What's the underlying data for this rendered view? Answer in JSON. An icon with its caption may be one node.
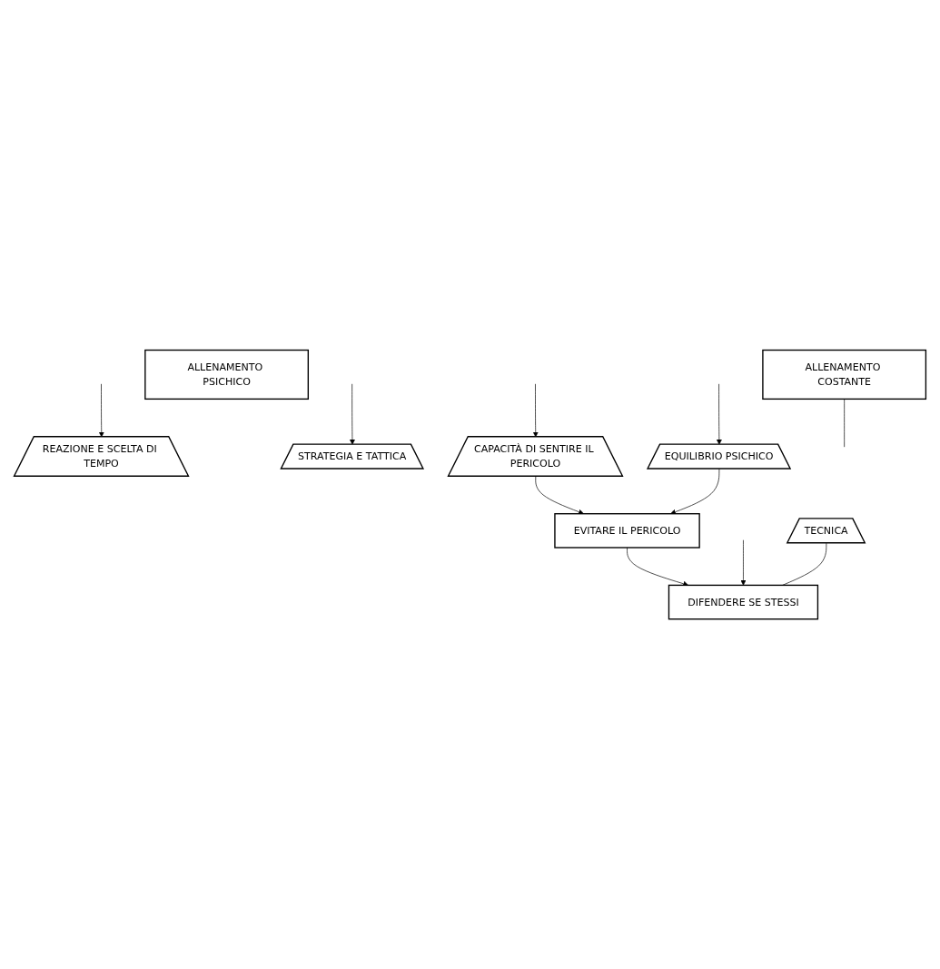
{
  "diagram": {
    "nodes": [
      {
        "text": [
          "DIFENDERE SE STESSI"
        ]
      },
      {
        "text": [
          "EVITARE IL PERICOLO"
        ]
      },
      {
        "text": [
          "TECNICA"
        ]
      },
      {
        "text": [
          "REAZIONE E SCELTA DI TEMPO"
        ]
      },
      {
        "text": [
          "STRATEGIA E TATTICA"
        ]
      },
      {
        "text": [
          "CAPACITÀ DI SENTIRE IL PERICOLO"
        ]
      },
      {
        "text": [
          "EQUILIBRIO PSICHICO"
        ]
      },
      {
        "text": [
          "ALLENAMENTO COSTANTE"
        ]
      },
      {
        "text": [
          "ALLENAMENTO PSICHICO"
        ]
      }
    ],
    "edges": [
      {
        "from": 1,
        "to": 0,
        "arrow": "to"
      },
      {
        "from": null,
        "to": 0,
        "arrow": "to"
      },
      {
        "from": 2,
        "to": 0,
        "arrow": "none"
      },
      {
        "from": null,
        "to": 3,
        "arrow": "to"
      },
      {
        "from": null,
        "to": 4,
        "arrow": "to"
      },
      {
        "from": 5,
        "to": 1,
        "arrow": "to"
      },
      {
        "from": null,
        "to": 5,
        "arrow": "to"
      },
      {
        "from": 6,
        "to": 1,
        "arrow": "to"
      },
      {
        "from": null,
        "to": 6,
        "arrow": "to"
      },
      {
        "from": 7,
        "to": null,
        "arrow": "none"
      }
    ]
  }
}
